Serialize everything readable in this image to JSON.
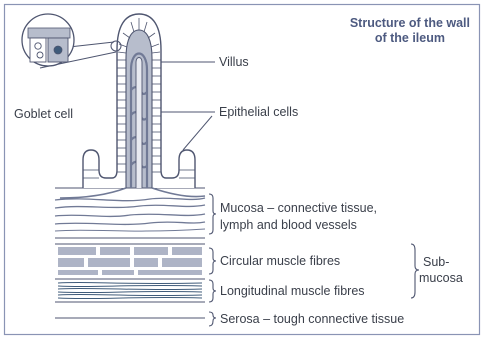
{
  "title": {
    "line1": "Structure of the wall",
    "line2": "of the ileum"
  },
  "labels": {
    "goblet_cell": "Goblet cell",
    "villus": "Villus",
    "epithelial_cells": "Epithelial cells",
    "mucosa_line1": "Mucosa – connective tissue,",
    "mucosa_line2": "lymph and blood vessels",
    "circular_muscle": "Circular muscle fibres",
    "longitudinal_muscle": "Longitudinal muscle fibres",
    "submucosa_line1": "Sub-",
    "submucosa_line2": "mucosa",
    "serosa": "Serosa – tough connective tissue"
  },
  "colors": {
    "frame": "#8a94b4",
    "outline": "#4f5670",
    "tissue_fill": "#b7bdcc",
    "vessel": "#717a96",
    "muscle_block": "#aeb4c6",
    "text": "#3a3f4a",
    "title": "#4d5a80"
  }
}
